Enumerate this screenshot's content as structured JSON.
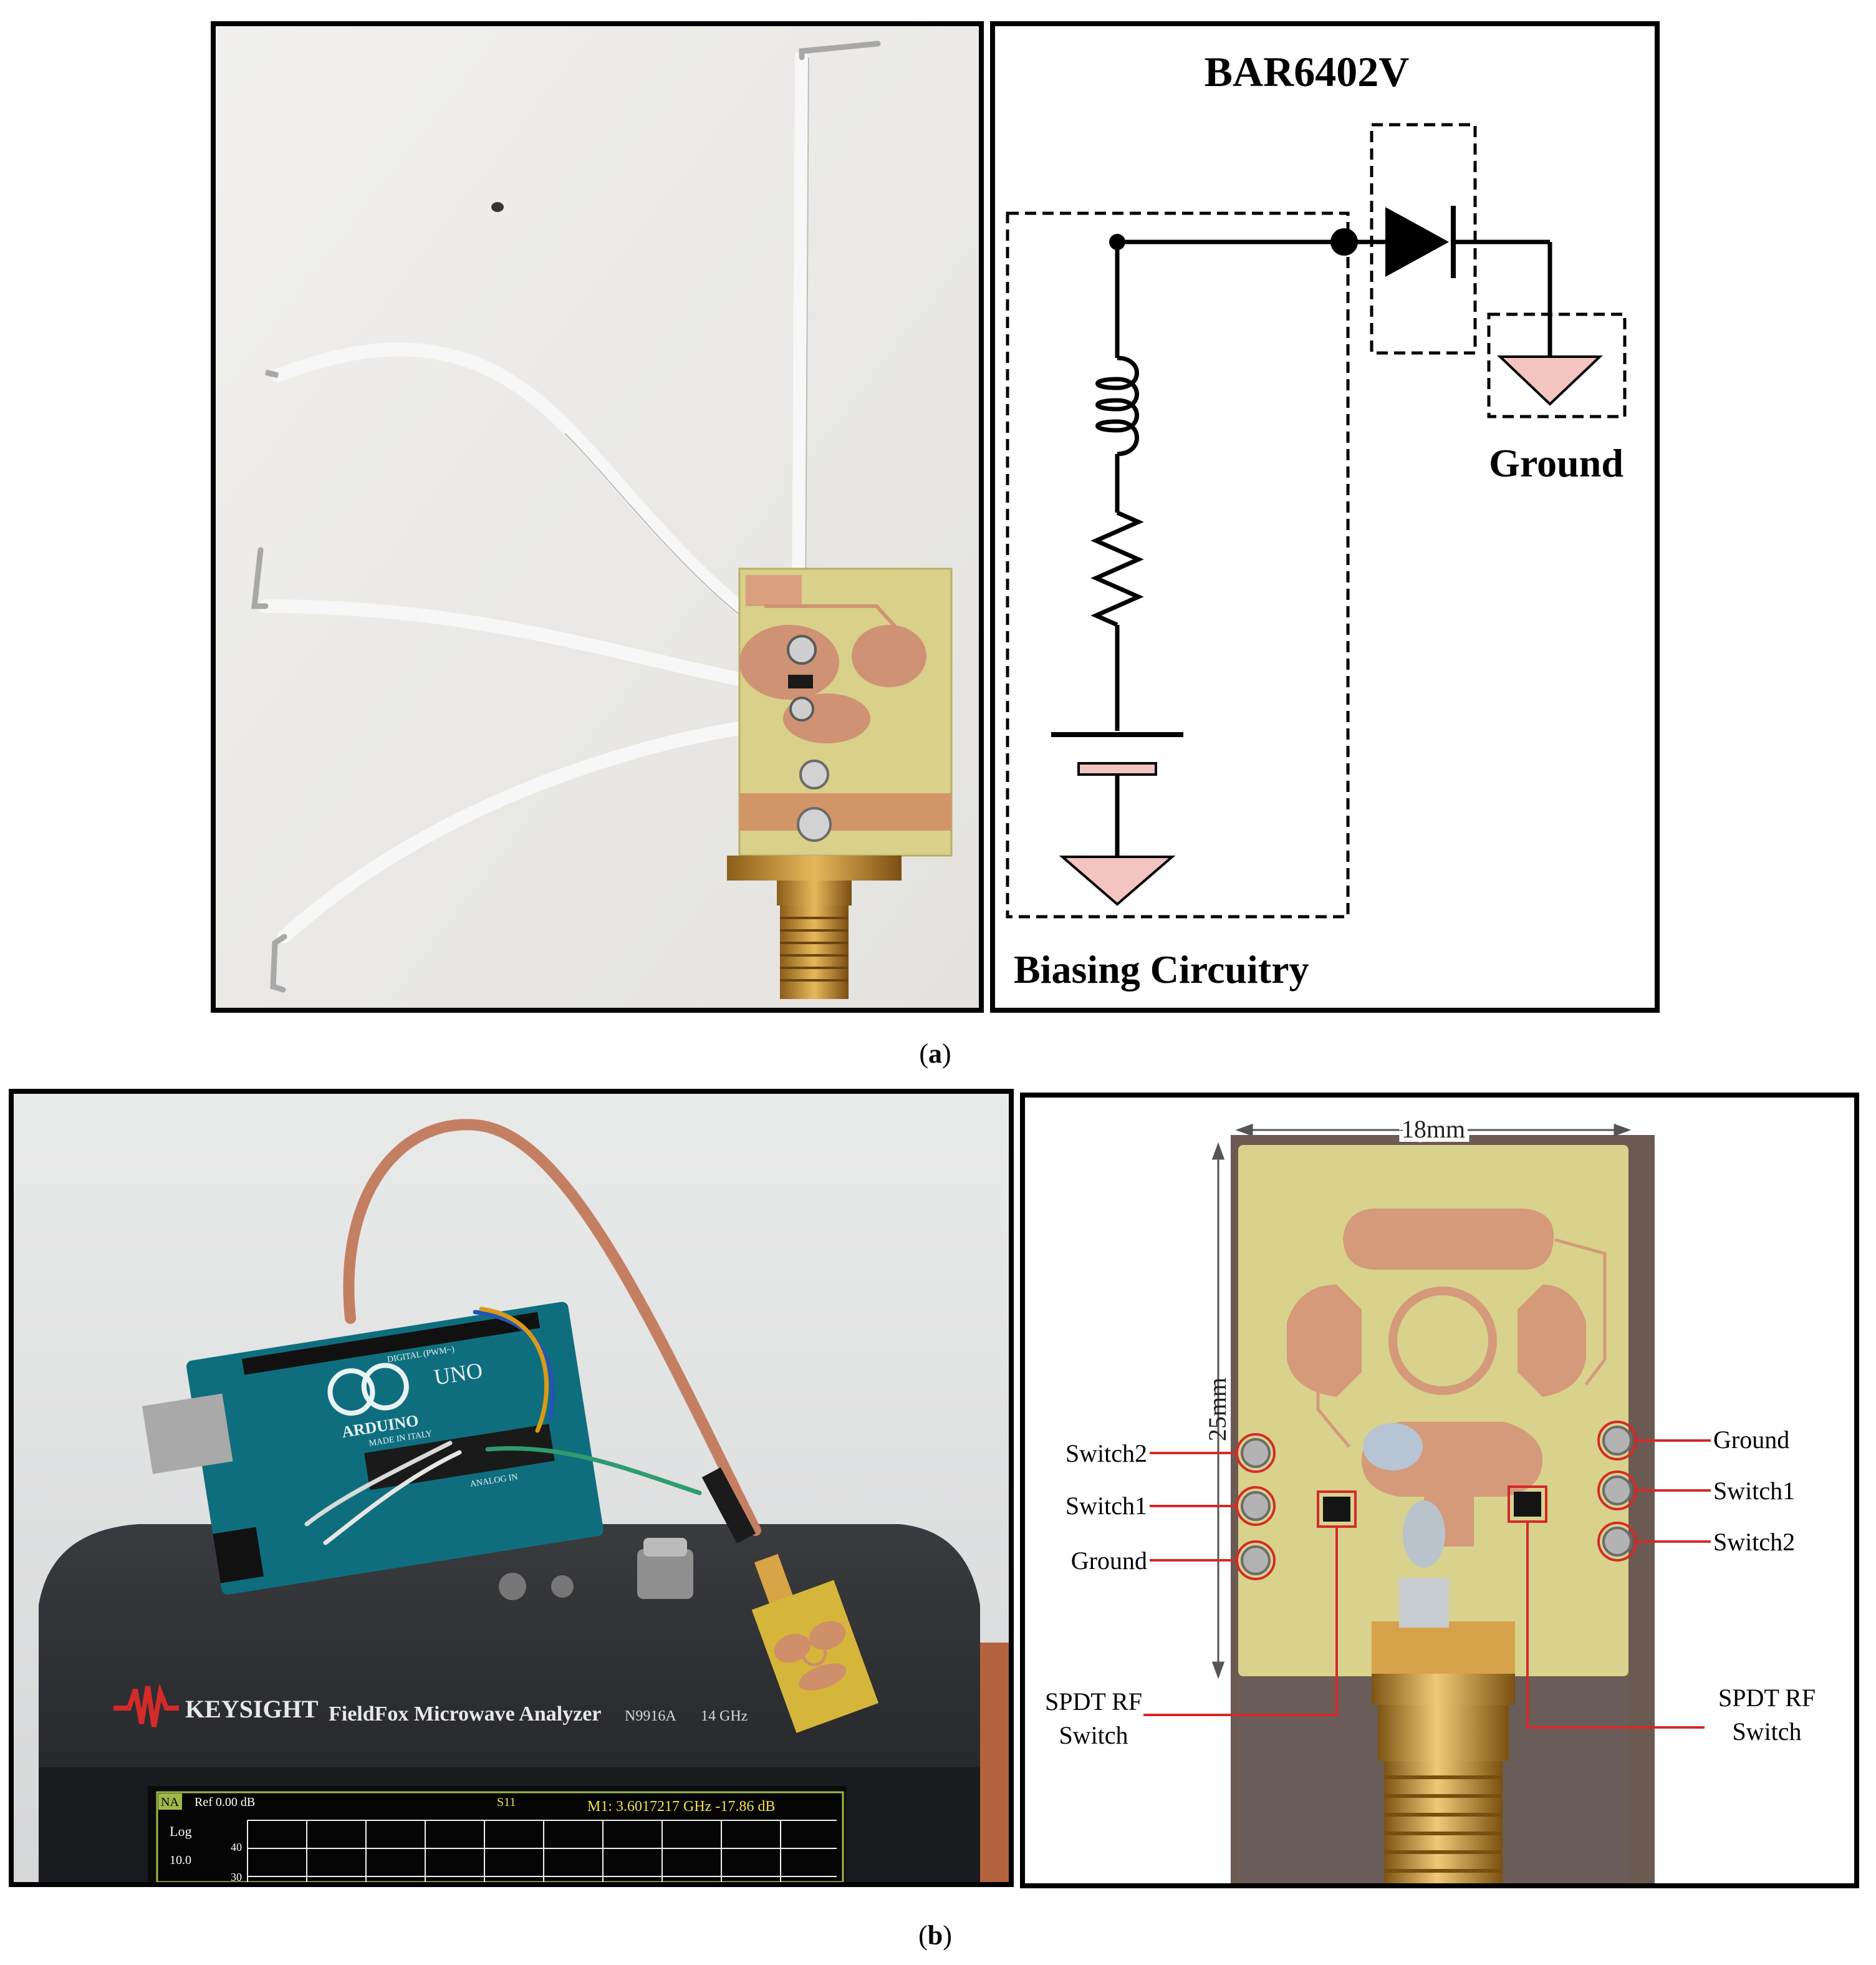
{
  "figure": {
    "caption_a": "a",
    "caption_b": "b"
  },
  "schematic": {
    "diode_label": "BAR6402V",
    "ground_label": "Ground",
    "biasing_label": "Biasing Circuitry"
  },
  "analyzer": {
    "brand": "KEYSIGHT",
    "model_name": "FieldFox Microwave Analyzer",
    "model_number": "N9916A",
    "freq": "14 GHz",
    "mode": "NA",
    "ref": "Ref 0.00 dB",
    "trace": "S11",
    "marker": "M1:  3.6017217 GHz  -17.86 dB",
    "scale": "Log",
    "scale_val": "10.0",
    "tick_40": "40",
    "tick_30": "30"
  },
  "arduino": {
    "brand": "ARDUINO",
    "model": "UNO",
    "made_in": "MADE IN ITALY",
    "digital": "DIGITAL (PWM~)",
    "analog": "ANALOG IN"
  },
  "pcb_labels": {
    "width": "18mm",
    "height": "25mm",
    "left_switch2": "Switch2",
    "left_switch1": "Switch1",
    "left_ground": "Ground",
    "right_ground": "Ground",
    "right_switch1": "Switch1",
    "right_switch2": "Switch2",
    "spdt_left_1": "SPDT RF",
    "spdt_left_2": "Switch",
    "spdt_right_1": "SPDT RF",
    "spdt_right_2": "Switch"
  },
  "colors": {
    "fr4": "#d8d28c",
    "copper": "#d49a7a",
    "ground_fill": "#f4c4c0",
    "red_callout": "#d42a2a",
    "teal_board": "#0f6e7e",
    "analyzer_body": "#2b2c2f"
  }
}
